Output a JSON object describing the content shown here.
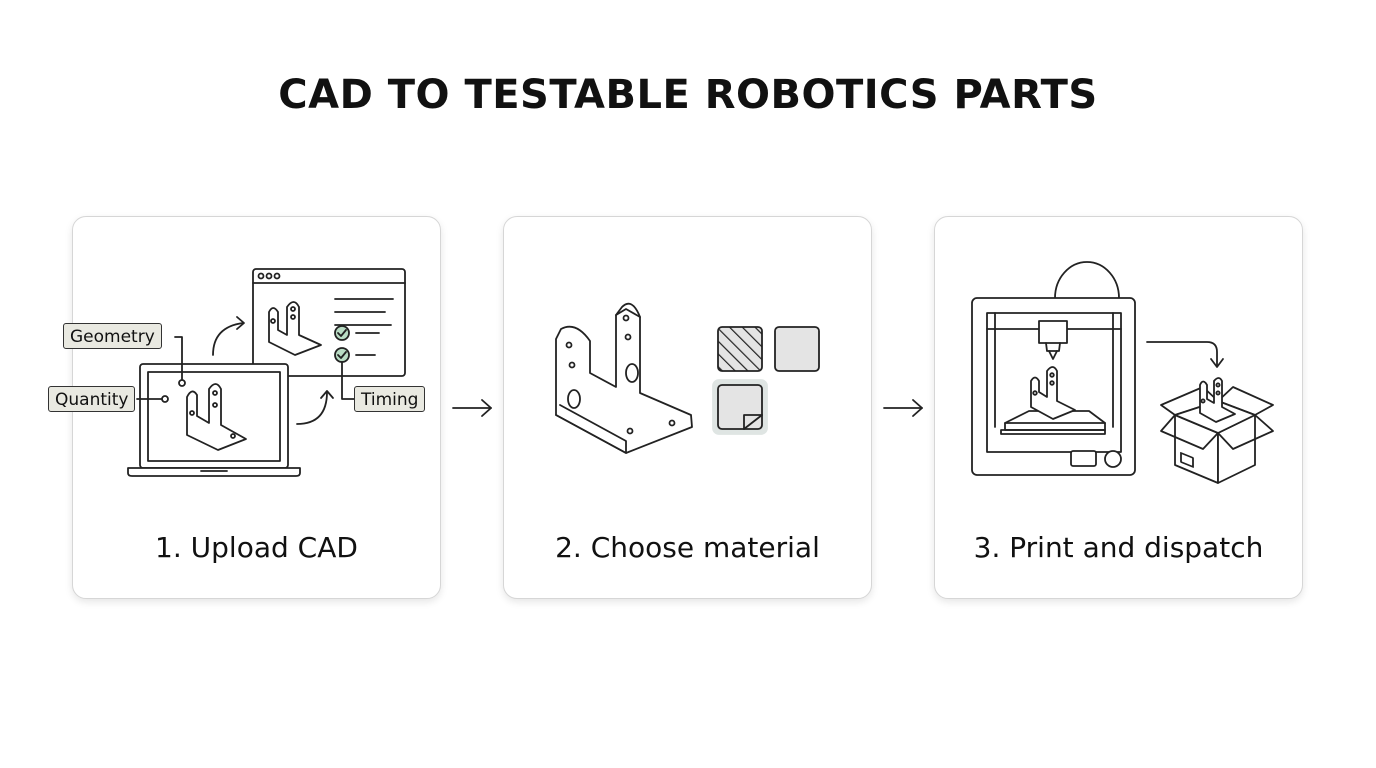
{
  "title": "CAD TO TESTABLE ROBOTICS PARTS",
  "steps": [
    {
      "label": "1. Upload CAD",
      "tags": {
        "geometry": "Geometry",
        "quantity": "Quantity",
        "timing": "Timing"
      }
    },
    {
      "label": "2. Choose material"
    },
    {
      "label": "3. Print and dispatch"
    }
  ],
  "colors": {
    "stroke": "#222222",
    "card_border": "#d6d6d6",
    "tag_fill": "#e9e9e1",
    "check_fill": "#b9dcc4",
    "swatch_fill": "#e4e4e4",
    "selected_swatch": "#dfe5e3"
  }
}
